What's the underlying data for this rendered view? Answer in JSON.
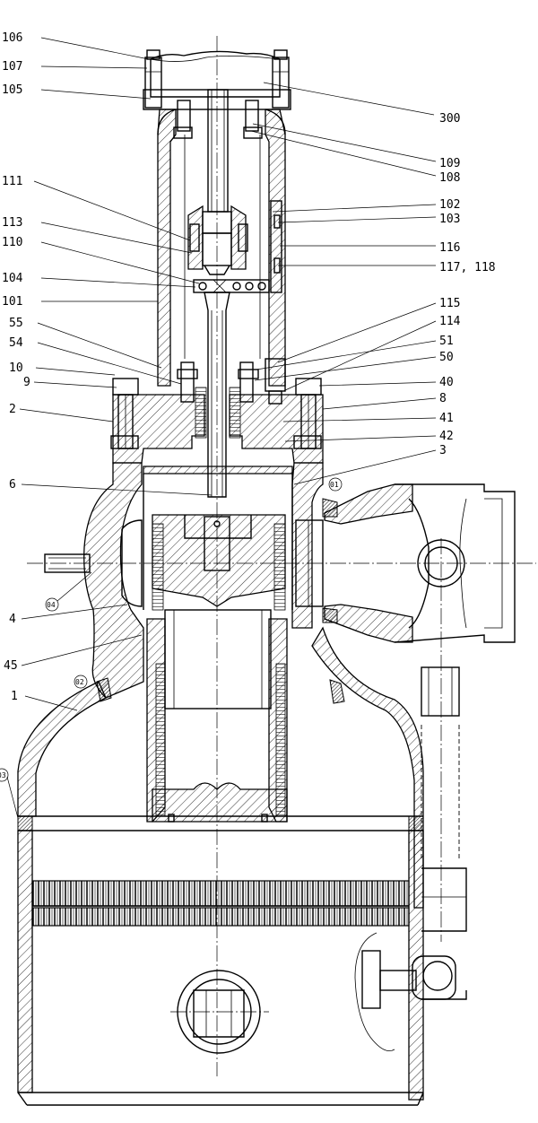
{
  "figure": {
    "title": "Valve sectional assembly drawing",
    "labels_left": [
      "106",
      "107",
      "105",
      "111",
      "113",
      "110",
      "104",
      "101",
      "55",
      "54",
      "10",
      "9",
      "2",
      "6",
      "4",
      "45",
      "1"
    ],
    "labels_right": [
      "300",
      "109",
      "108",
      "102",
      "103",
      "116",
      "117, 118",
      "115",
      "114",
      "51",
      "50",
      "40",
      "8",
      "41",
      "42",
      "3"
    ],
    "weld_marks": [
      "01",
      "02",
      "03",
      "04"
    ]
  }
}
